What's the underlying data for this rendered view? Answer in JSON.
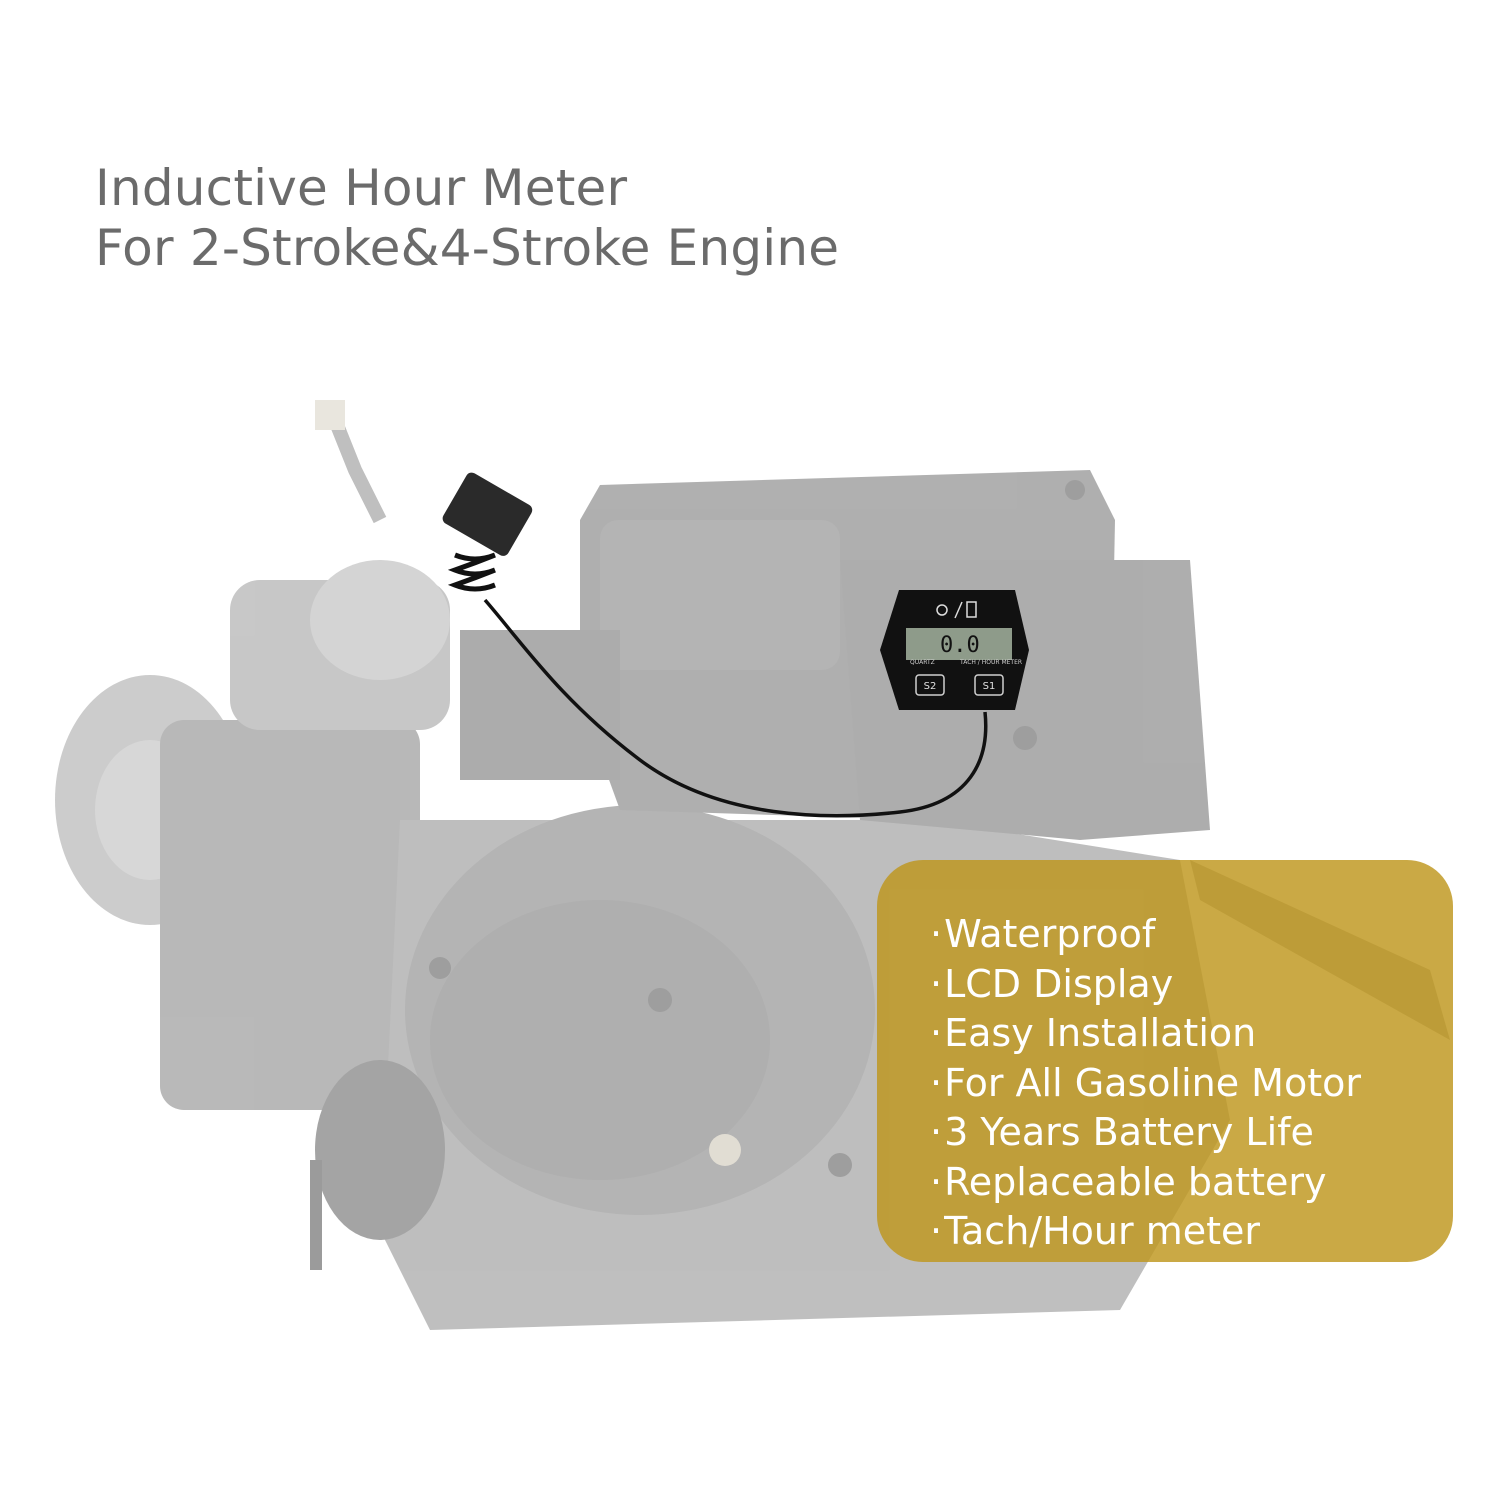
{
  "headline": {
    "line1": "Inductive Hour Meter",
    "line2": "For 2-Stroke&4-Stroke Engine"
  },
  "meter": {
    "display_reading": "0.0",
    "left_label": "QUARTZ",
    "right_label": "TACH / HOUR METER",
    "button_left": "S2",
    "button_right": "S1"
  },
  "features": {
    "bullet": "·",
    "items": [
      "Waterproof",
      "LCD Display",
      "Easy Installation",
      "For All Gasoline Motor",
      "3 Years Battery Life",
      "Replaceable battery",
      "Tach/Hour meter"
    ]
  },
  "colors": {
    "headline": "#6b6b6b",
    "panel": "#be961c",
    "engine": "#8f8f8f",
    "meter_body": "#111111"
  }
}
